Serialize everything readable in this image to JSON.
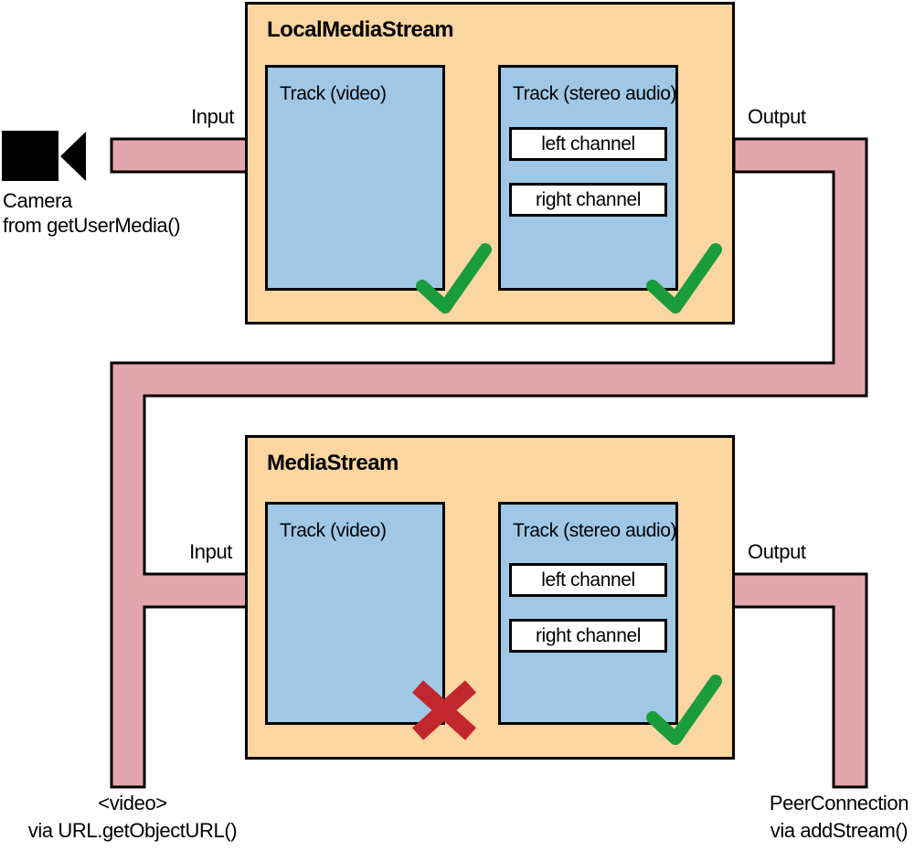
{
  "source": {
    "line1": "Camera",
    "line2": "from getUserMedia()",
    "icon": "camera-icon"
  },
  "streams": {
    "local": {
      "title": "LocalMediaStream",
      "input_label": "Input",
      "output_label": "Output",
      "tracks": {
        "video": {
          "label": "Track (video)",
          "status_icon": "check-icon"
        },
        "audio": {
          "label": "Track (stereo audio)",
          "status_icon": "check-icon",
          "channels": {
            "left": "left channel",
            "right": "right channel"
          }
        }
      }
    },
    "remote": {
      "title": "MediaStream",
      "input_label": "Input",
      "output_label": "Output",
      "tracks": {
        "video": {
          "label": "Track (video)",
          "status_icon": "cross-icon"
        },
        "audio": {
          "label": "Track (stereo audio)",
          "status_icon": "check-icon",
          "channels": {
            "left": "left channel",
            "right": "right channel"
          }
        }
      }
    }
  },
  "sinks": {
    "video_element": {
      "line1": "<video>",
      "line2": "via URL.getObjectURL()"
    },
    "peer_connection": {
      "line1": "PeerConnection",
      "line2": "via addStream()"
    }
  },
  "colors": {
    "box_fill": "#fbd6a1",
    "track_fill": "#a0c8e6",
    "pipe_fill": "#e3a6ad",
    "check_green": "#1a9c3d",
    "cross_red": "#c1272d",
    "line_black": "#000000"
  }
}
